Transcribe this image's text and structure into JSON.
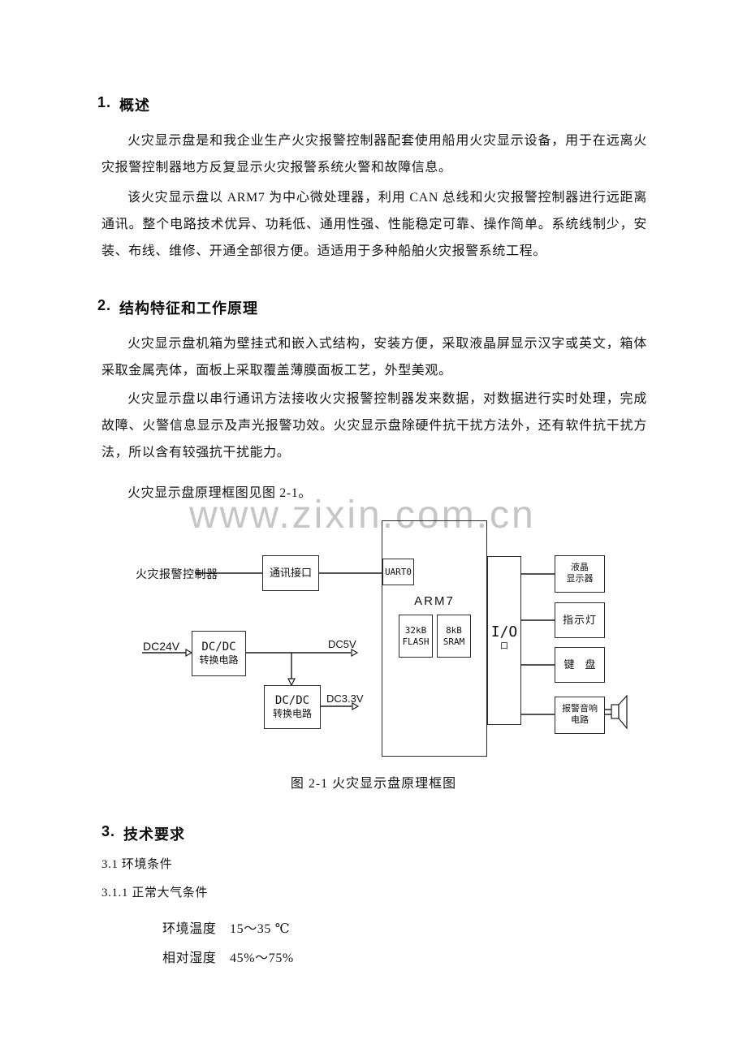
{
  "document": {
    "section1": {
      "num": "1.",
      "title": "概述",
      "para1": "火灾显示盘是和我企业生产火灾报警控制器配套使用船用火灾显示设备，用于在远离火灾报警控制器地方反复显示火灾报警系统火警和故障信息。",
      "para2": "该火灾显示盘以 ARM7 为中心微处理器，利用 CAN 总线和火灾报警控制器进行远距离通讯。整个电路技术优异、功耗低、通用性强、性能稳定可靠、操作简单。系统线制少，安装、布线、维修、开通全部很方便。适适用于多种船舶火灾报警系统工程。"
    },
    "section2": {
      "num": "2.",
      "title": "结构特征和工作原理",
      "para1": "火灾显示盘机箱为壁挂式和嵌入式结构，安装方便，采取液晶屏显示汉字或英文，箱体采取金属壳体，面板上采取覆盖薄膜面板工艺，外型美观。",
      "para2": "火灾显示盘以串行通讯方法接收火灾报警控制器发来数据，对数据进行实时处理，完成故障、火警信息显示及声光报警功效。火灾显示盘除硬件抗干扰方法外，还有软件抗干扰方法，所以含有较强抗干扰能力。",
      "para3": "火灾显示盘原理框图见图 2-1。",
      "figure_caption": "图 2-1 火灾显示盘原理框图"
    },
    "section3": {
      "num": "3.",
      "title": "技术要求",
      "sub1": "3.1 环境条件",
      "sub2": "3.1.1 正常大气条件",
      "spec_temperature": "环境温度　15～35 ℃",
      "spec_humidity": "相对湿度　45%～75%"
    }
  },
  "watermark": {
    "text": "www.zixin.com.cn",
    "color": "#c6c6c6"
  },
  "diagram": {
    "controller_label": "火灾报警控制器",
    "comm_box": "通讯接口",
    "uart_box": "UART0",
    "cpu_label": "ARM7",
    "flash_box": {
      "line1": "32kB",
      "line2": "FLASH"
    },
    "sram_box": {
      "line1": "8kB",
      "line2": "SRAM"
    },
    "io_label": "I/O",
    "io_port_char": "口",
    "lcd_box": {
      "line1": "液晶",
      "line2": "显示器"
    },
    "indicator_box": "指示灯",
    "keyboard_box": "键　盘",
    "alarm_box": {
      "line1": "报警音响",
      "line2": "电路"
    },
    "dc24v_label": "DC24V",
    "dcdc1_box": {
      "line1": "DC/DC",
      "line2": "转换电路"
    },
    "dcdc2_box": {
      "line1": "DC/DC",
      "line2": "转换电路"
    },
    "dc5v_label": "DC5V",
    "dc33v_label": "DC3.3V",
    "line_color": "#1a1a1a"
  }
}
